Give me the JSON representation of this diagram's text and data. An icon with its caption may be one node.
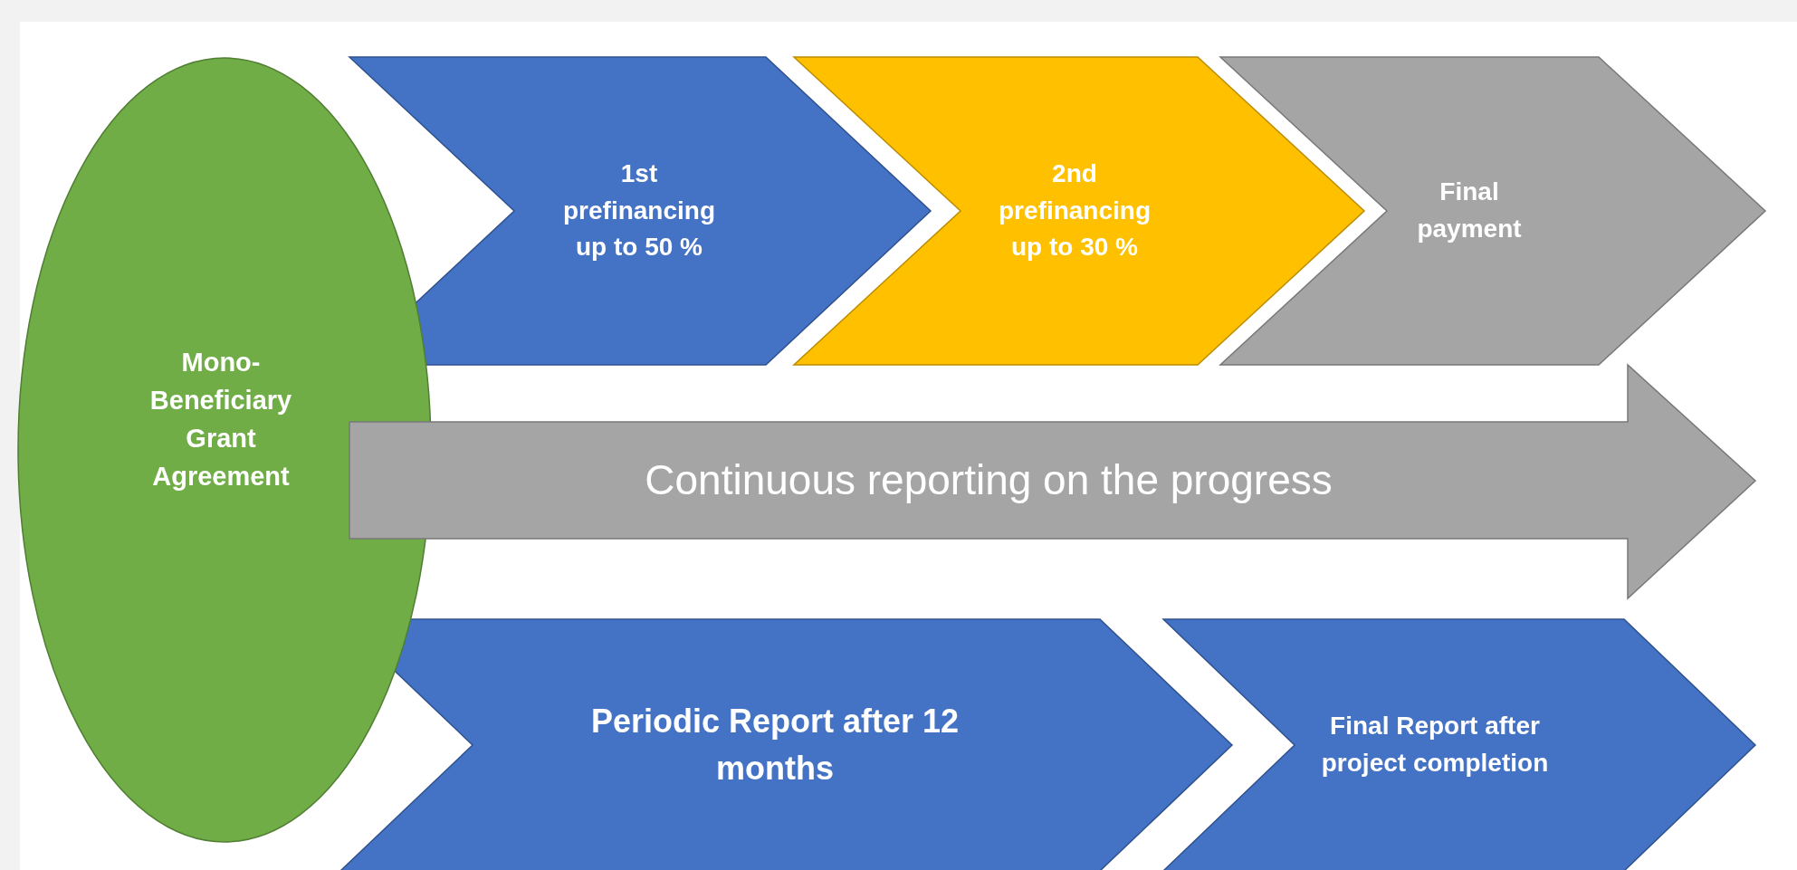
{
  "diagram": {
    "nodes": [
      {
        "text": [
          "Mono-Beneficiary Grant Agreement"
        ]
      },
      {
        "text": [
          "1st prefinancing up to 50 %"
        ]
      },
      {
        "text": [
          "2nd prefinancing up to 30 %"
        ]
      },
      {
        "text": [
          "Final payment"
        ]
      },
      {
        "text": [
          "Continuous reporting on the progress"
        ]
      },
      {
        "text": [
          "Periodic Report after 12 months"
        ]
      },
      {
        "text": [
          "Final Report after project completion"
        ]
      }
    ],
    "edges": []
  }
}
